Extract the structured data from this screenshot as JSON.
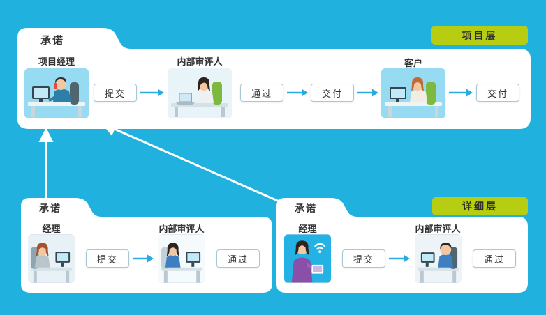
{
  "colors": {
    "background": "#20b1de",
    "panel": "#ffffff",
    "badge_background": "#b7cd12",
    "badge_text": "#2f2f2f",
    "step_border": "#a9c8d6",
    "step_text": "#333333",
    "flow_arrow": "#29abe2",
    "link_arrow": "#ffffff"
  },
  "project_layer": {
    "badge": "项目层",
    "folder_title": "承诺",
    "manager": {
      "label": "项目经理",
      "icon": "man-at-desk-illustration"
    },
    "submit": "提交",
    "reviewer": {
      "label": "内部审评人",
      "icon": "woman-at-laptop-illustration"
    },
    "pass": "通过",
    "deliver1": "交付",
    "customer": {
      "label": "客户",
      "icon": "woman-at-desk-illustration"
    },
    "deliver2": "交付"
  },
  "detail_layer": {
    "badge": "详细层",
    "left_folder": {
      "folder_title": "承诺",
      "manager": {
        "label": "经理",
        "icon": "woman-at-computer-illustration"
      },
      "submit": "提交",
      "reviewer": {
        "label": "内部审评人",
        "icon": "woman-at-computer-illustration"
      },
      "pass": "通过"
    },
    "right_folder": {
      "folder_title": "承诺",
      "manager": {
        "label": "经理",
        "icon": "woman-with-tablet-illustration"
      },
      "submit": "提交",
      "reviewer": {
        "label": "内部审评人",
        "icon": "man-at-computer-illustration"
      },
      "pass": "通过"
    }
  }
}
